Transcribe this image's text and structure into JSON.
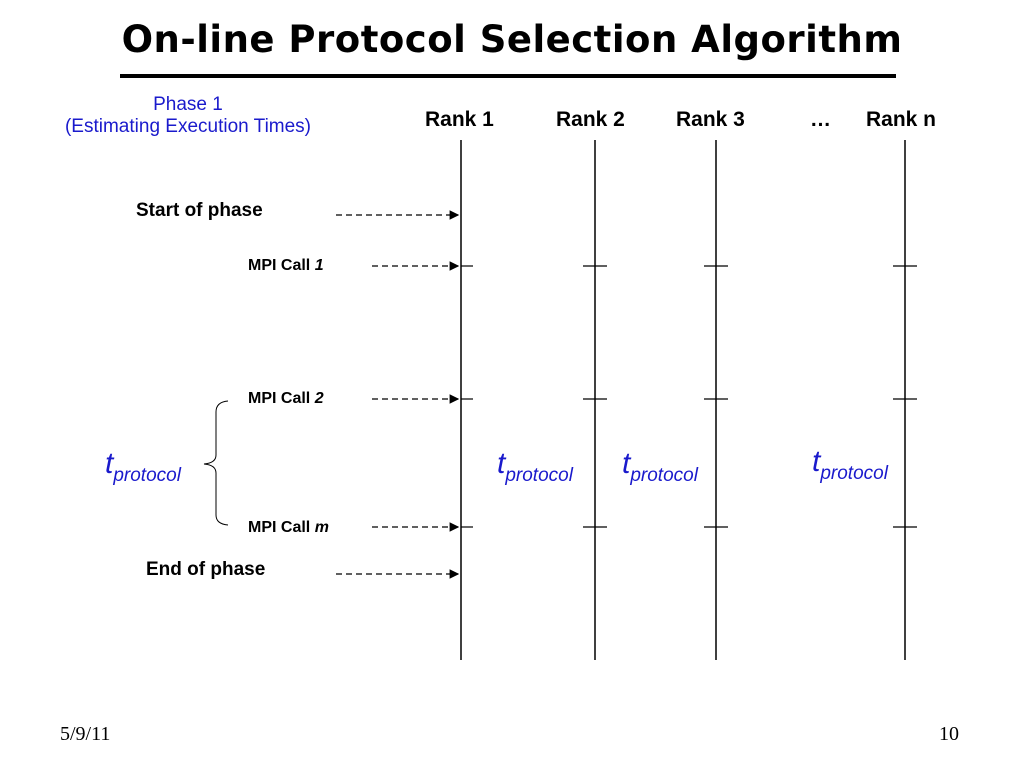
{
  "slide": {
    "title": "On-line Protocol Selection Algorithm",
    "phase_line1": "Phase 1",
    "phase_line2": "(Estimating Execution Times)",
    "ranks": [
      "Rank 1",
      "Rank 2",
      "Rank 3",
      "…",
      "Rank n"
    ],
    "start_label": "Start of phase",
    "end_label": "End of phase",
    "calls": [
      {
        "prefix": "MPI Call ",
        "index": "1"
      },
      {
        "prefix": "MPI Call ",
        "index": "2"
      },
      {
        "prefix": "MPI Call ",
        "index": "m"
      }
    ],
    "t_symbol": "t",
    "t_subscript": "protocol",
    "footer_date": "5/9/11",
    "footer_page": "10"
  },
  "colors": {
    "accent": "#1a1acc",
    "line": "#000000"
  }
}
